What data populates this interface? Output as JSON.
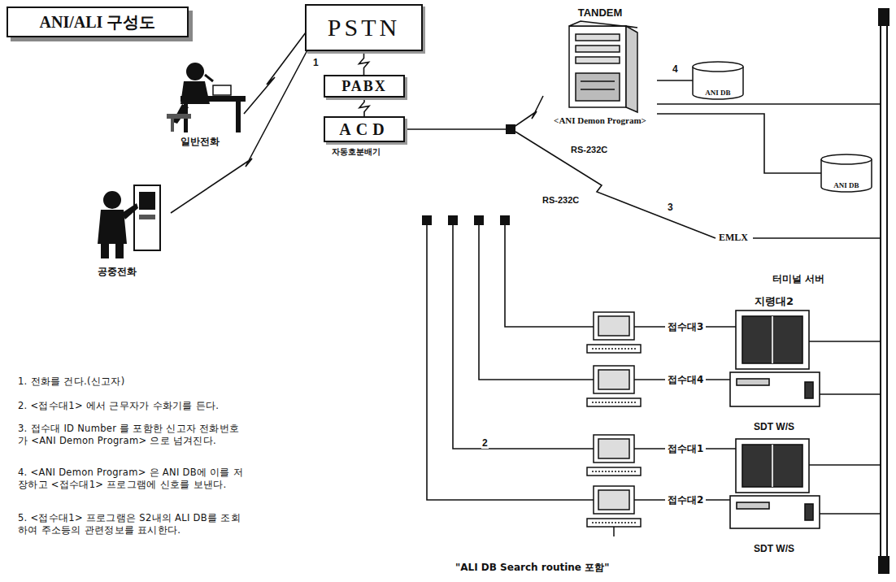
{
  "diagram": {
    "title": "ANI/ALI 구성도",
    "nodes": [
      {
        "text": [
          "PSTN"
        ]
      },
      {
        "text": [
          "PABX"
        ]
      },
      {
        "text": [
          "ACD"
        ]
      },
      {
        "text": [
          "TANDEM",
          "<ANI Demon Program>"
        ]
      },
      {
        "text": [
          "ANI DB"
        ]
      },
      {
        "text": [
          "ANI DB"
        ]
      },
      {
        "text": [
          "지령대2",
          "SDT W/S"
        ]
      },
      {
        "text": [
          "SDT W/S"
        ]
      }
    ],
    "edges": [
      {
        "from": 0,
        "to": 1,
        "arrow": "none"
      },
      {
        "from": 1,
        "to": 2,
        "arrow": "none"
      },
      {
        "from": 2,
        "to": 3,
        "label": "RS-232C",
        "arrow": "none"
      },
      {
        "from": 3,
        "to": 4,
        "label": "4",
        "arrow": "none"
      },
      {
        "from": 3,
        "to": 5,
        "arrow": "none"
      }
    ],
    "labels": [
      "일반전화",
      "공중전화",
      "1",
      "자동호분배기",
      "RS-232C",
      "3",
      "EMLX",
      "터미널 서버",
      "접수대3",
      "접수대4",
      "2",
      "접수대1",
      "접수대2",
      "\"ALI DB Search routine 포함\"",
      "1. 전화를 건다.(신고자)",
      "2. <접수대1> 에서 근무자가 수화기를 든다.",
      "3. 접수대 ID Number 를 포함한 신고자 전화번호가 <ANI Demon Program> 으로 넘겨진다.",
      "4. <ANI Demon Program> 은 ANI DB에 이를 저장하고 <접수대1> 프로그램에 신호를 보낸다.",
      "5. <접수대1> 프로그램은 S2내의 ALI DB를 조회하여 주소등의 관련정보를 표시한다."
    ]
  }
}
